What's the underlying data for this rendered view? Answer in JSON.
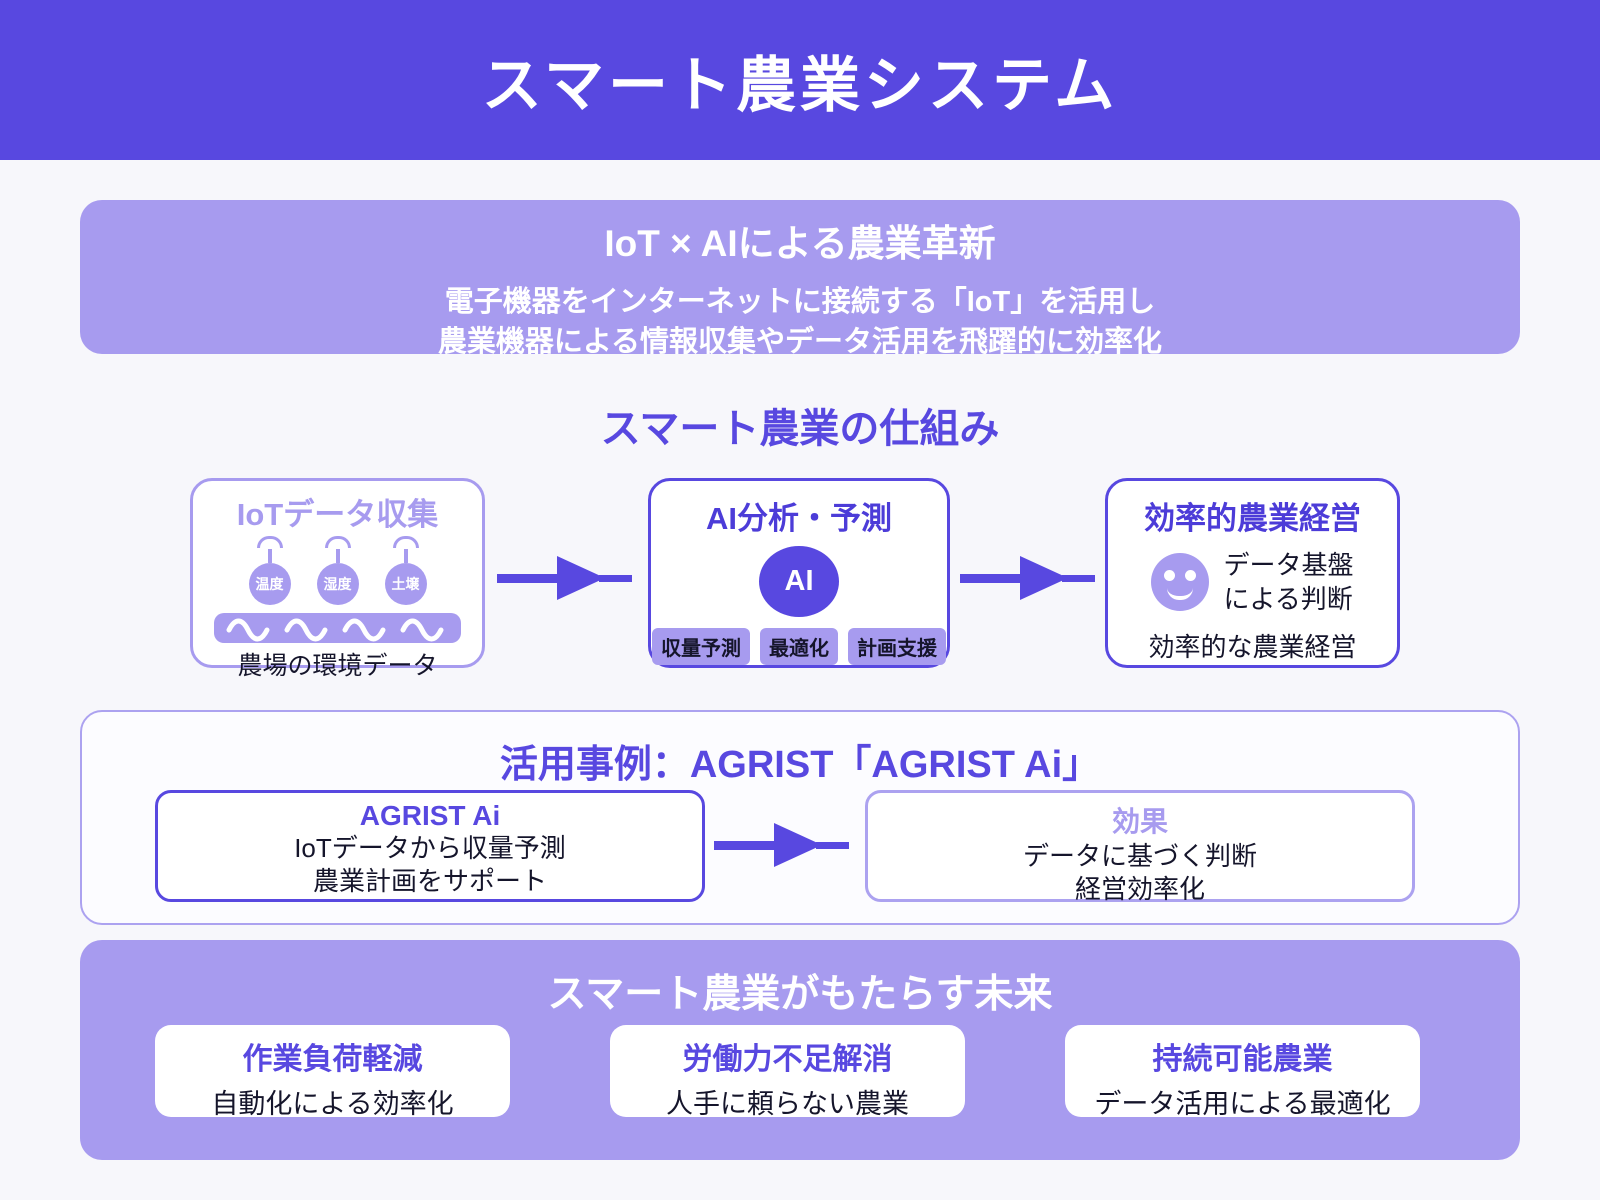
{
  "colors": {
    "primary_purple": "#5848e0",
    "light_purple": "#a79bef",
    "page_background": "#f7f7fb",
    "dark_text": "#15152b",
    "white": "#ffffff"
  },
  "header": {
    "title": "スマート農業システム"
  },
  "intro": {
    "title": "IoT × AIによる農業革新",
    "line1": "電子機器をインターネットに接続する「IoT」を活用し",
    "line2": "農業機器による情報収集やデータ活用を飛躍的に効率化"
  },
  "mechanism": {
    "section_title": "スマート農業の仕組み",
    "iot_card": {
      "title": "IoTデータ収集",
      "sensors": [
        "温度",
        "湿度",
        "土壌"
      ],
      "caption": "農場の環境データ"
    },
    "ai_card": {
      "title": "AI分析・予測",
      "circle_label": "AI",
      "tags": [
        "収量予測",
        "最適化",
        "計画支援"
      ]
    },
    "result_card": {
      "title": "効率的農業経営",
      "note_line1": "データ基盤",
      "note_line2": "による判断",
      "caption": "効率的な農業経営"
    }
  },
  "case_study": {
    "section_title": "活用事例：AGRIST「AGRIST Ai」",
    "left_card": {
      "title": "AGRIST Ai",
      "line1": "IoTデータから収量予測",
      "line2": "農業計画をサポート"
    },
    "right_card": {
      "title": "効果",
      "line1": "データに基づく判断",
      "line2": "経営効率化"
    }
  },
  "future": {
    "section_title": "スマート農業がもたらす未来",
    "cards": [
      {
        "title": "作業負荷軽減",
        "subtitle": "自動化による効率化"
      },
      {
        "title": "労働力不足解消",
        "subtitle": "人手に頼らない農業"
      },
      {
        "title": "持続可能農業",
        "subtitle": "データ活用による最適化"
      }
    ]
  },
  "icons": {
    "sensor_arc": "signal-arc",
    "soil_waves": "wavy-lines",
    "ai_circle": "ai-badge",
    "smiley": "smiley-face",
    "flow_arrow": "right-arrow"
  }
}
